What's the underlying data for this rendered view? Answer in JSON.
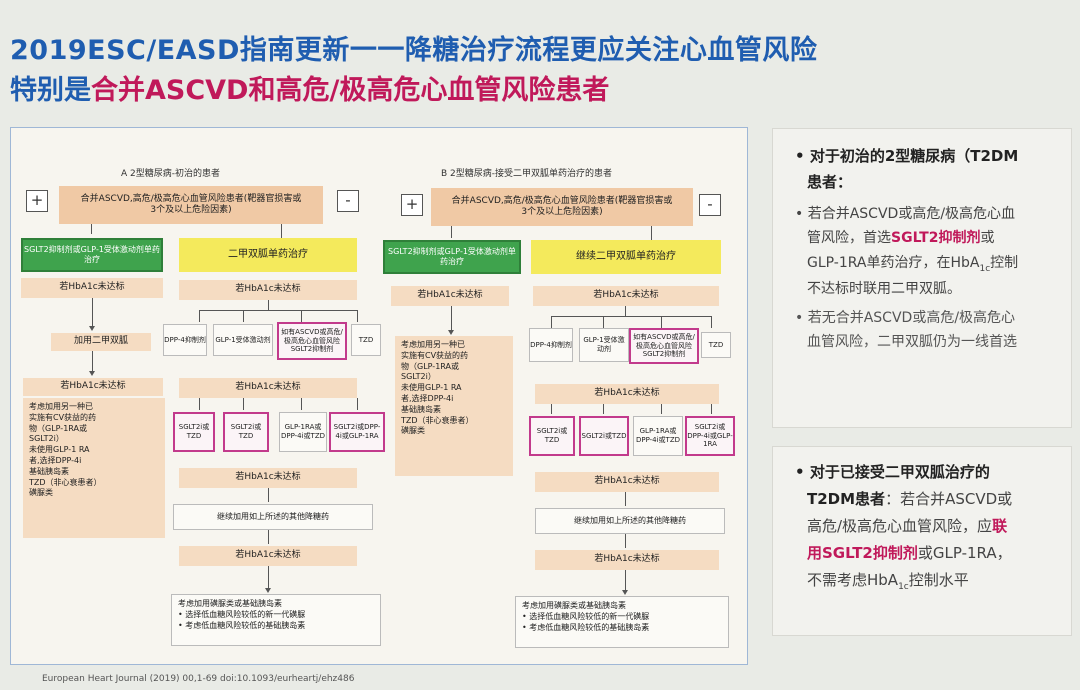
{
  "slide": {
    "title_line1": "2019ESC/EASD指南更新一一降糖治疗流程更应关注心血管风险",
    "title_line2_prefix": "特别是",
    "title_line2_highlight": "合并ASCVD和高危/极高危心血管风险患者",
    "citation": "European Heart Journal (2019) 00,1-69  doi:10.1093/eurheartj/ehz486"
  },
  "panel_a": {
    "title": "A  2型糖尿病-初治的患者",
    "plus": "+",
    "minus": "-",
    "top_box": "合并ASCVD,高危/极高危心血管风险患者(靶器官损害或3个及以上危险因素)",
    "left_green": "SGLT2抑制剂或GLP-1受体激动剂单药治疗",
    "right_yellow": "二甲双胍单药治疗",
    "left_hba1c_1": "若HbA1c未达标",
    "add_metformin": "加用二甲双胍",
    "left_hba1c_2": "若HbA1c未达标",
    "left_list": [
      "考虑加用另一种已",
      "实施有CV获益的药",
      "物（GLP-1RA或",
      "SGLT2i）",
      "未使用GLP-1 RA",
      "者,选择DPP-4i",
      "基础胰岛素",
      "TZD（非心衰患者）",
      "磺脲类"
    ],
    "right_hba1c_1": "若HbA1c未达标",
    "opt1": "DPP-4抑制剂",
    "opt2": "GLP-1受体激动剂",
    "opt3": "如有ASCVD或高危/极高危心血管风险SGLT2抑制剂",
    "opt4": "TZD",
    "right_hba1c_2": "若HbA1c未达标",
    "c1": "SGLT2i或TZD",
    "c2": "SGLT2i或TZD",
    "c3": "GLP-1RA或DPP-4i或TZD",
    "c4": "SGLT2i或DPP-4i或GLP-1RA",
    "right_hba1c_3": "若HbA1c未达标",
    "continue_add": "继续加用如上所述的其他降糖药",
    "right_hba1c_4": "若HbA1c未达标",
    "final_title": "考虑加用磺脲类或基础胰岛素",
    "final_items": [
      "选择低血糖风险较低的新一代磺脲",
      "考虑低血糖风险较低的基础胰岛素"
    ]
  },
  "panel_b": {
    "title": "B  2型糖尿病-接受二甲双胍单药治疗的患者",
    "plus": "+",
    "minus": "-",
    "top_box": "合并ASCVD,高危/极高危心血管风险患者(靶器官损害或3个及以上危险因素)",
    "left_green": "SGLT2抑制剂或GLP-1受体激动剂单药治疗",
    "right_yellow": "继续二甲双胍单药治疗",
    "left_hba1c_1": "若HbA1c未达标",
    "left_list": [
      "考虑加用另一种已",
      "实施有CV获益的药",
      "物（GLP-1RA或",
      "SGLT2i）",
      "未使用GLP-1 RA",
      "者,选择DPP-4i",
      "基础胰岛素",
      "TZD（非心衰患者）",
      "磺脲类"
    ],
    "right_hba1c_1": "若HbA1c未达标",
    "opt1": "DPP-4抑制剂",
    "opt2": "GLP-1受体激动剂",
    "opt3": "如有ASCVD或高危/极高危心血管风险SGLT2抑制剂",
    "opt4": "TZD",
    "right_hba1c_2": "若HbA1c未达标",
    "c1": "SGLT2i或TZD",
    "c2": "SGLT2i或TZD",
    "c3": "GLP-1RA或DPP-4i或TZD",
    "c4": "SGLT2i或DPP-4i或GLP-1RA",
    "right_hba1c_3": "若HbA1c未达标",
    "continue_add": "继续加用如上所述的其他降糖药",
    "right_hba1c_4": "若HbA1c未达标",
    "final_title": "考虑加用磺脲类或基础胰岛素",
    "final_items": [
      "选择低血糖风险较低的新一代磺脲",
      "考虑低血糖风险较低的基础胰岛素"
    ]
  },
  "side_box1": {
    "head_line1": "对于初治的2型糖尿病（T2DM",
    "head_line2": "患者：",
    "p1_a": "若合并ASCVD或高危/极高危心血",
    "p1_b": "管风险，首选",
    "p1_pink": "SGLT2抑制剂",
    "p1_c": "或",
    "p1_d": "GLP-1RA单药治疗，在HbA",
    "p1_sub": "1c",
    "p1_e": "控制",
    "p1_f": "不达标时联用二甲双胍。",
    "p2_a": "若无合并ASCVD或高危/极高危心",
    "p2_b": "血管风险，二甲双胍仍为一线首选"
  },
  "side_box2": {
    "head_line1": "对于已接受二甲双胍治疗的",
    "head_line2": "T2DM患者",
    "t_a": "：若合并ASCVD或",
    "t_b": "高危/极高危心血管风险，应",
    "t_pink1": "联",
    "t_pink2": "用SGLT2抑制剂",
    "t_c": "或GLP-1RA，",
    "t_d": "不需考虑HbA",
    "t_sub": "1c",
    "t_e": "控制水平"
  }
}
